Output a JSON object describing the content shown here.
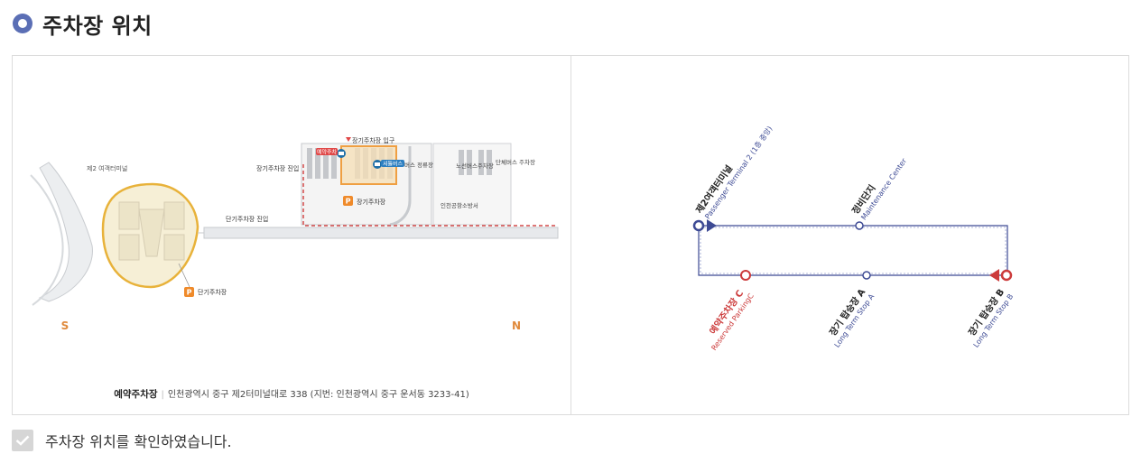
{
  "header": {
    "title": "주차장 위치"
  },
  "map": {
    "terminal_label": "제2 여객터미널",
    "long_term_entrance": "장기주차장 입구",
    "long_term_entry": "장기주차장 진입",
    "short_term_entry": "단기주차장 진입",
    "long_term_parking": "장기주차장",
    "short_term_parking": "단기주차장",
    "parking_icon": "P",
    "reserved_tag": "예약주차",
    "bus_tag": "셔틀버스",
    "bus_stop": "버스 정류장",
    "bus_garage": "노선버스주차장",
    "group_bus": "단체버스 주차장",
    "fire_station": "인천공항소방서",
    "south": "S",
    "north": "N"
  },
  "address": {
    "label": "예약주차장",
    "text": "인천광역시 중구 제2터미널대로 338 (지번: 인천광역시 중구 운서동 3233-41)"
  },
  "route": {
    "stops": [
      {
        "ko": "제2여객터미널",
        "en": "Passenger Terminal 2 (1층 중앙)"
      },
      {
        "ko": "정비단지",
        "en": "Maintenance Center"
      },
      {
        "ko": "예약주차장 C",
        "en": "Reserved ParkingC"
      },
      {
        "ko": "장기 탑승장 A",
        "en": "Long Term Stop A"
      },
      {
        "ko": "장기 탑승장 B",
        "en": "Long Term Stop B"
      }
    ],
    "colors": {
      "blue": "#3d4a94",
      "red": "#cc3b3b"
    }
  },
  "confirm": {
    "label": "주차장 위치를 확인하였습니다."
  }
}
